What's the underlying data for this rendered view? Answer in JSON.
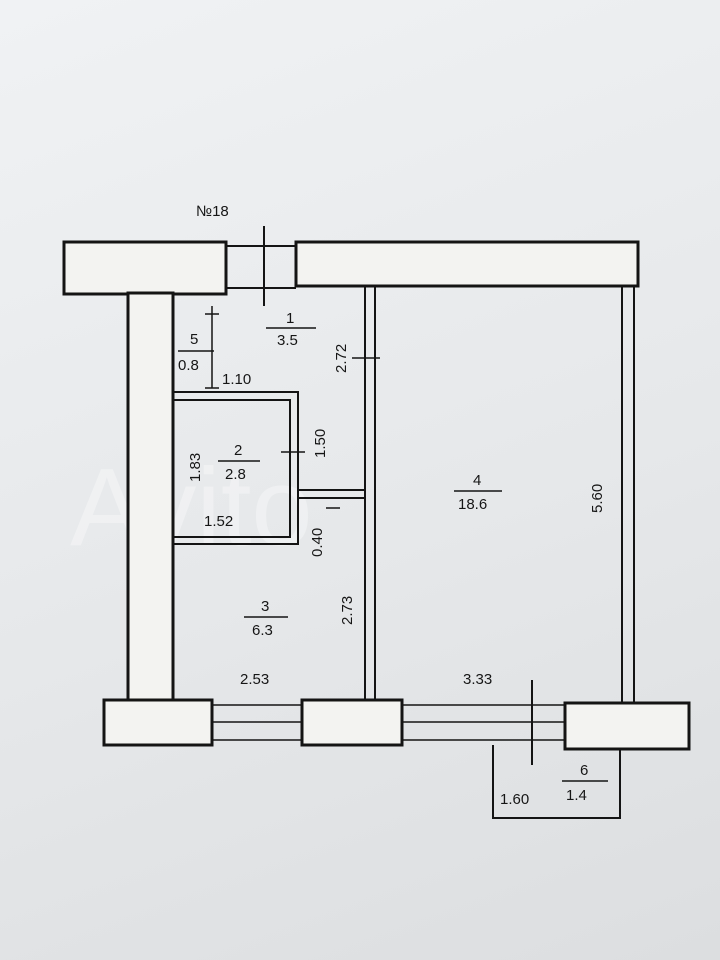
{
  "plan": {
    "unit_number": "№18",
    "rooms": [
      {
        "id": "1",
        "area": "3.5"
      },
      {
        "id": "2",
        "area": "2.8"
      },
      {
        "id": "3",
        "area": "6.3"
      },
      {
        "id": "4",
        "area": "18.6"
      },
      {
        "id": "5",
        "area": "0.8"
      },
      {
        "id": "6",
        "area": "1.4"
      }
    ],
    "dimensions": {
      "d_1_10": "1.10",
      "d_2_72": "2.72",
      "d_1_50": "1.50",
      "d_1_83": "1.83",
      "d_1_52": "1.52",
      "d_0_40": "0.40",
      "d_2_73": "2.73",
      "d_5_60": "5.60",
      "d_2_53": "2.53",
      "d_3_33": "3.33",
      "d_1_60": "1.60"
    }
  },
  "watermark": "Avito"
}
